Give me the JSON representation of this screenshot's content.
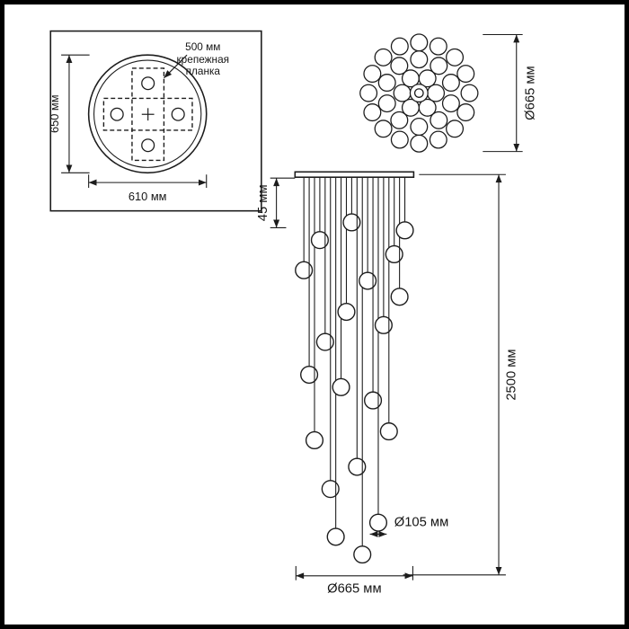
{
  "page": {
    "background": "#ffffff",
    "line_color": "#1c1c1c",
    "frame_color": "#000000"
  },
  "detail_box": {
    "height_label": "650 мм",
    "width_label": "610 мм",
    "plank_size_label": "500 мм",
    "plank_name_line1": "крепежная",
    "plank_name_line2": "планка"
  },
  "top_view": {
    "diameter_label": "Ø665 мм"
  },
  "side_view": {
    "canopy_height_label": "45 мм",
    "total_height_label": "2500 мм",
    "ball_diameter_label": "Ø105 мм",
    "spread_label": "Ø665 мм"
  }
}
